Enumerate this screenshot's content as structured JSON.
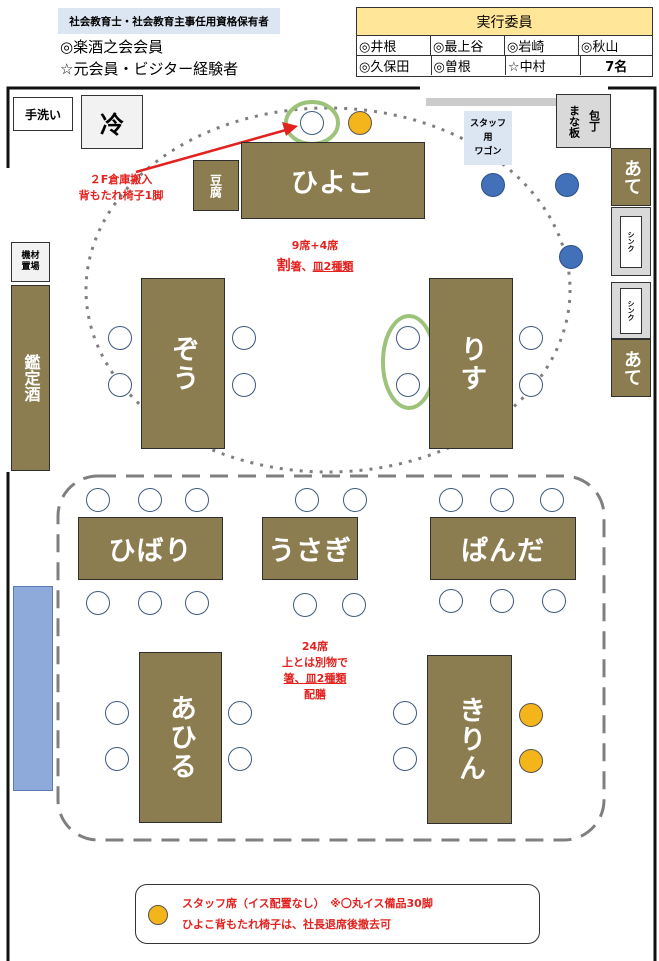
{
  "header": {
    "license_label": "社会教育士・社会教育主事任用資格保有者",
    "legend_member": "◎楽酒之会会員",
    "legend_visitor": "☆元会員・ビジター経験者"
  },
  "committee": {
    "title": "実行委員",
    "row1": [
      "◎井根",
      "◎最上谷",
      "◎岩崎",
      "◎秋山"
    ],
    "row2": [
      "◎久保田",
      "◎曽根",
      "☆中村",
      "7名"
    ]
  },
  "fixtures": {
    "handwash": "手洗い",
    "cold": "冷",
    "tofu": "豆腐",
    "cutting_board": [
      "まな板",
      "包丁"
    ],
    "staff_wagon": [
      "スタッフ",
      "用",
      "ワゴン"
    ],
    "equipment": "機材置場",
    "kanteishu": "鑑定酒",
    "ate1": "あて",
    "ate2": "あて",
    "sink1": "シンク",
    "sink2": "シンク"
  },
  "tables": {
    "hiyoko": "ひよこ",
    "zou": "ぞう",
    "risu": "りす",
    "hibari": "ひばり",
    "usagi": "うさぎ",
    "panda": "ぱんだ",
    "ahiru": "あひる",
    "kirin": "きりん"
  },
  "notes": {
    "move_line1": "２F倉庫搬入",
    "move_line2": "背もたれ椅子1脚",
    "upper_seats": "9席+4席",
    "upper_wari_a": "割",
    "upper_wari_b": "箸、",
    "upper_plates": "皿2種類",
    "lower_seats": "24席",
    "lower_line2": "上とは別物で",
    "lower_line3": "箸、皿2種類",
    "lower_line4": "配膳"
  },
  "legend": {
    "line1": "スタッフ席（イス配置なし）　※〇丸イス備品30脚",
    "line2": "ひよこ背もたれ椅子は、社長退席後撤去可"
  },
  "colors": {
    "table": "#8b7d4f",
    "staff_seat": "#f4b51a",
    "highlight": "#9dc37a",
    "committee_header": "#ffe699",
    "arrow": "#e2221f"
  }
}
